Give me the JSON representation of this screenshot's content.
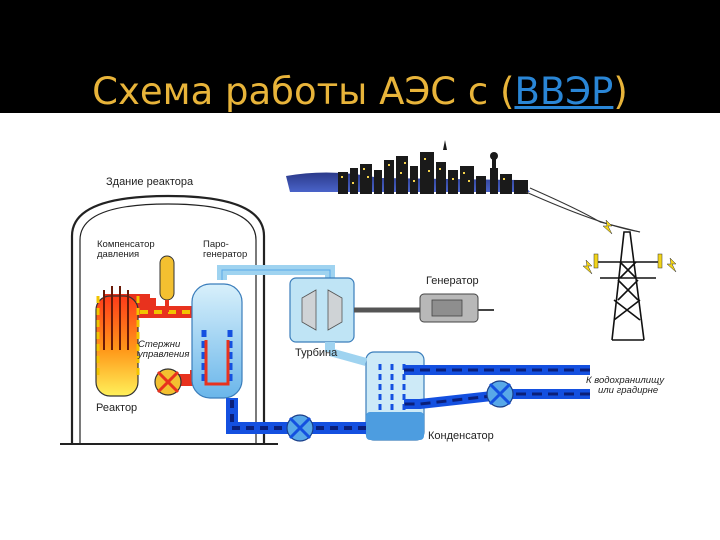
{
  "slide": {
    "title_prefix": "Схема работы АЭС с (",
    "title_link": "ВВЭР",
    "title_suffix": ")"
  },
  "diagram": {
    "labels": {
      "reactor_building": "Здание реактора",
      "pressurizer_line1": "Компенсатор",
      "pressurizer_line2": "давления",
      "steam_gen_line1": "Паро-",
      "steam_gen_line2": "генератор",
      "control_rods_line1": "Стержни",
      "control_rods_line2": "управления",
      "reactor": "Реактор",
      "turbine": "Турбина",
      "generator": "Генератор",
      "condenser": "Конденсатор",
      "reservoir_line1": "К водохранилищу",
      "reservoir_line2": "или градирне"
    },
    "colors": {
      "hot_loop": "#e8321e",
      "hot_dash": "#f2c400",
      "cold_loop": "#1450e0",
      "cold_dash": "#0a1f7a",
      "steam": "#bfe4f5",
      "water": "#5aa8e8",
      "building": "#222222"
    }
  }
}
